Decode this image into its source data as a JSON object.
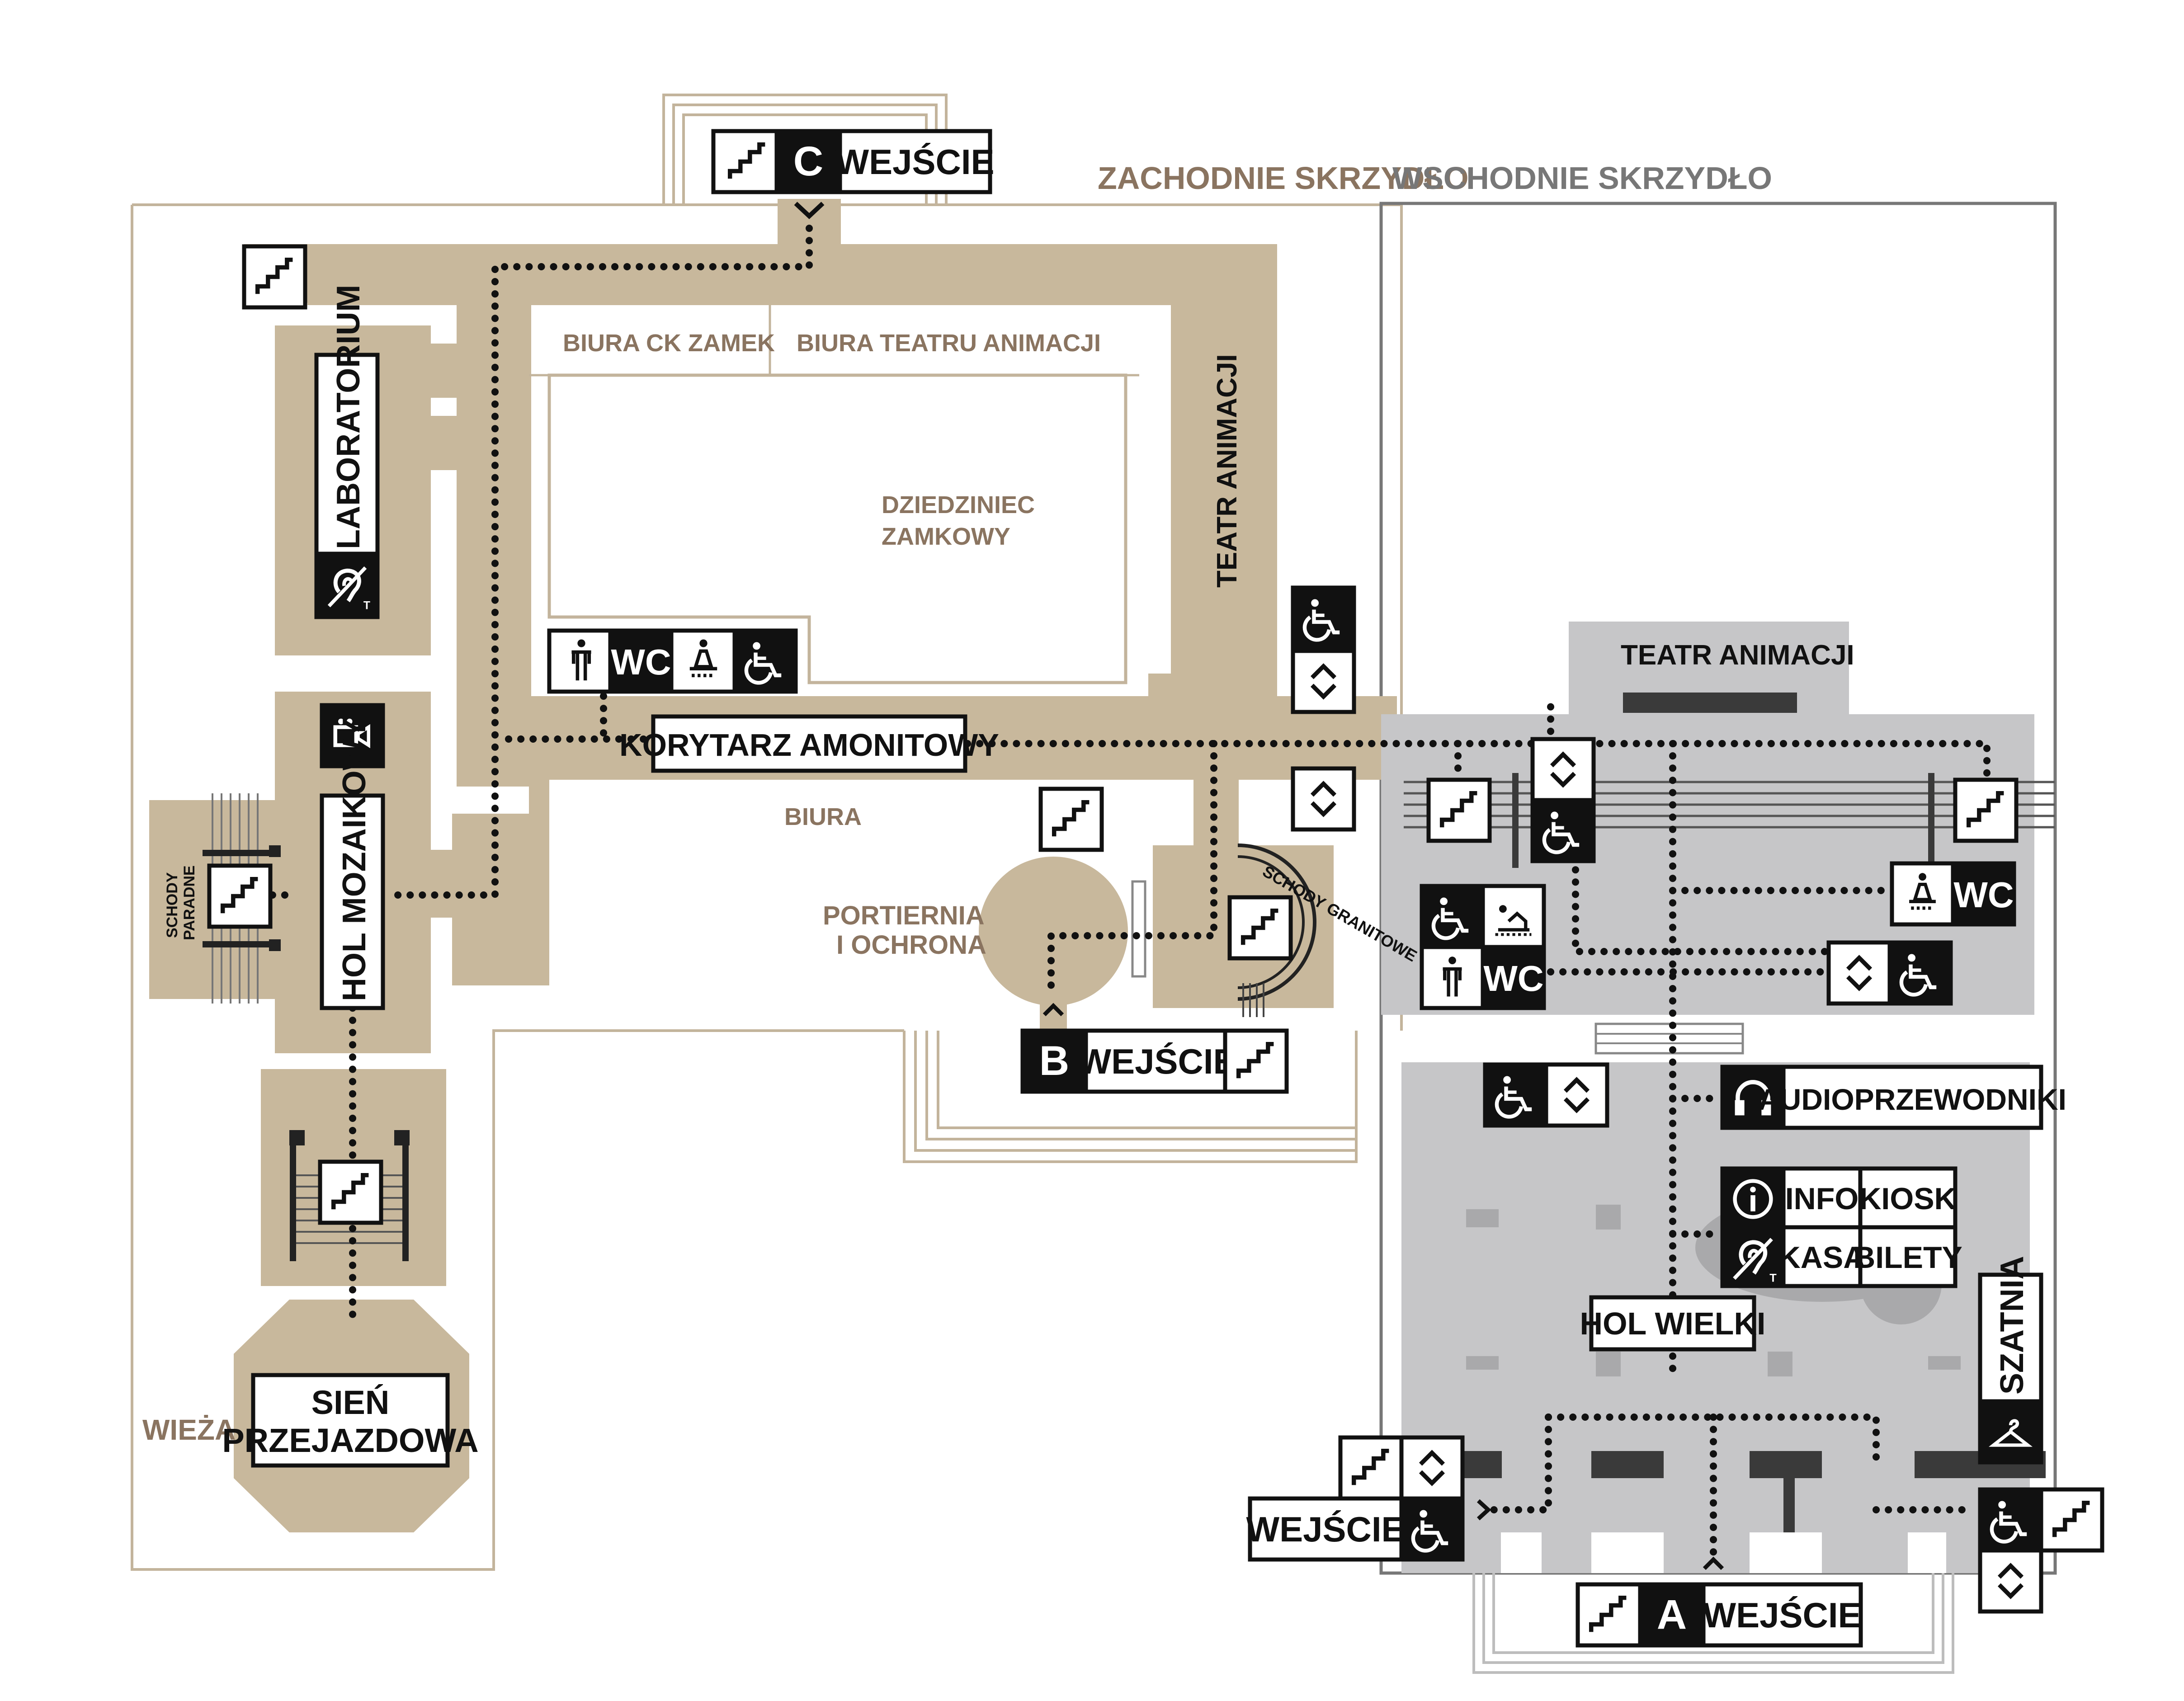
{
  "colors": {
    "building_west": "#c8b89c",
    "building_east": "#c6c6c8",
    "west_outline": "#c3b49c",
    "east_outline": "#777777",
    "label_brown": "#8a7460",
    "label_gray": "#777777",
    "ink": "#111111"
  },
  "wings": {
    "west": "ZACHODNIE SKRZYDŁO",
    "east": "WSCHODNIE SKRZYDŁO"
  },
  "areas": {
    "biura_ck": "BIURA CK ZAMEK",
    "biura_teatru": "BIURA TEATRU ANIMACJI",
    "dziedziniec_1": "DZIEDZINIEC",
    "dziedziniec_2": "ZAMKOWY",
    "teatr_animacji_vertical": "TEATR ANIMACJI",
    "teatr_animacji_east": "TEATR ANIMACJI",
    "biura": "BIURA",
    "portiernia_1": "PORTIERNIA",
    "portiernia_2": "I OCHRONA",
    "wieza": "WIEŻA",
    "schody_paradne_1": "SCHODY",
    "schody_paradne_2": "PARADNE",
    "schody_granitowe": "SCHODY GRANITOWE"
  },
  "rooms": {
    "laboratorium": "LABORATORIUM",
    "hol_mozaikowy": "HOL MOZAIKOWY",
    "korytarz": "KORYTARZ AMONITOWY",
    "sien_1": "SIEŃ",
    "sien_2": "PRZEJAZDOWA",
    "hol_wielki": "HOL WIELKI",
    "szatnia": "SZATNIA",
    "audio": "AUDIOPRZEWODNIKI",
    "info": "INFO",
    "kiosk": "KIOSK",
    "kasa": "KASA",
    "bilety": "BILETY",
    "wc": "WC"
  },
  "entrances": {
    "a_letter": "A",
    "b_letter": "B",
    "c_letter": "C",
    "label": "WEJŚCIE"
  },
  "icons": {
    "stairs": "stairs-icon",
    "elevator": "elevator-icon",
    "wheelchair": "wheelchair-icon",
    "hearing_loop": "hearing-loop-icon",
    "video_camera": "video-camera-icon",
    "baby_care": "baby-changing-icon",
    "mother_room": "mother-room-icon",
    "accessible_person": "accessible-toilet-icon",
    "headphones": "headphones-icon",
    "info": "info-icon",
    "cloakroom": "hanger-icon"
  }
}
